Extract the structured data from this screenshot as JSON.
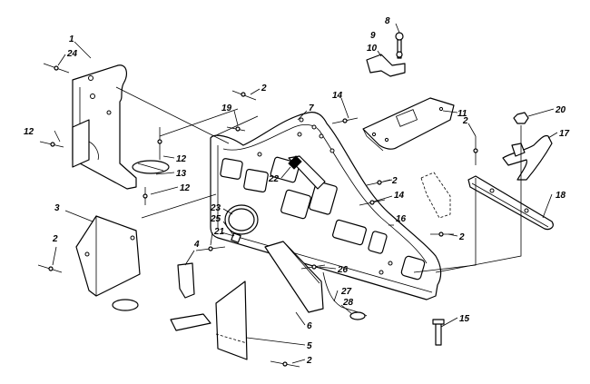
{
  "callouts": [
    {
      "id": "c1",
      "label": "1"
    },
    {
      "id": "c24",
      "label": "24"
    },
    {
      "id": "c2a",
      "label": "2"
    },
    {
      "id": "c19",
      "label": "19"
    },
    {
      "id": "c7",
      "label": "7"
    },
    {
      "id": "c14a",
      "label": "14"
    },
    {
      "id": "c8",
      "label": "8"
    },
    {
      "id": "c9",
      "label": "9"
    },
    {
      "id": "c10",
      "label": "10"
    },
    {
      "id": "c11",
      "label": "11"
    },
    {
      "id": "c20",
      "label": "20"
    },
    {
      "id": "c17",
      "label": "17"
    },
    {
      "id": "c2b",
      "label": "2"
    },
    {
      "id": "c12a",
      "label": "12"
    },
    {
      "id": "c12b",
      "label": "12"
    },
    {
      "id": "c13",
      "label": "13"
    },
    {
      "id": "c12c",
      "label": "12"
    },
    {
      "id": "c22",
      "label": "22"
    },
    {
      "id": "c2c",
      "label": "2"
    },
    {
      "id": "c14b",
      "label": "14"
    },
    {
      "id": "c18",
      "label": "18"
    },
    {
      "id": "c3",
      "label": "3"
    },
    {
      "id": "c23",
      "label": "23"
    },
    {
      "id": "c25",
      "label": "25"
    },
    {
      "id": "c16",
      "label": "16"
    },
    {
      "id": "c2d",
      "label": "2"
    },
    {
      "id": "c2e",
      "label": "2"
    },
    {
      "id": "c21",
      "label": "21"
    },
    {
      "id": "c4",
      "label": "4"
    },
    {
      "id": "c26",
      "label": "26"
    },
    {
      "id": "c27",
      "label": "27"
    },
    {
      "id": "c28",
      "label": "28"
    },
    {
      "id": "c15",
      "label": "15"
    },
    {
      "id": "c6",
      "label": "6"
    },
    {
      "id": "c5",
      "label": "5"
    },
    {
      "id": "c2f",
      "label": "2"
    }
  ]
}
